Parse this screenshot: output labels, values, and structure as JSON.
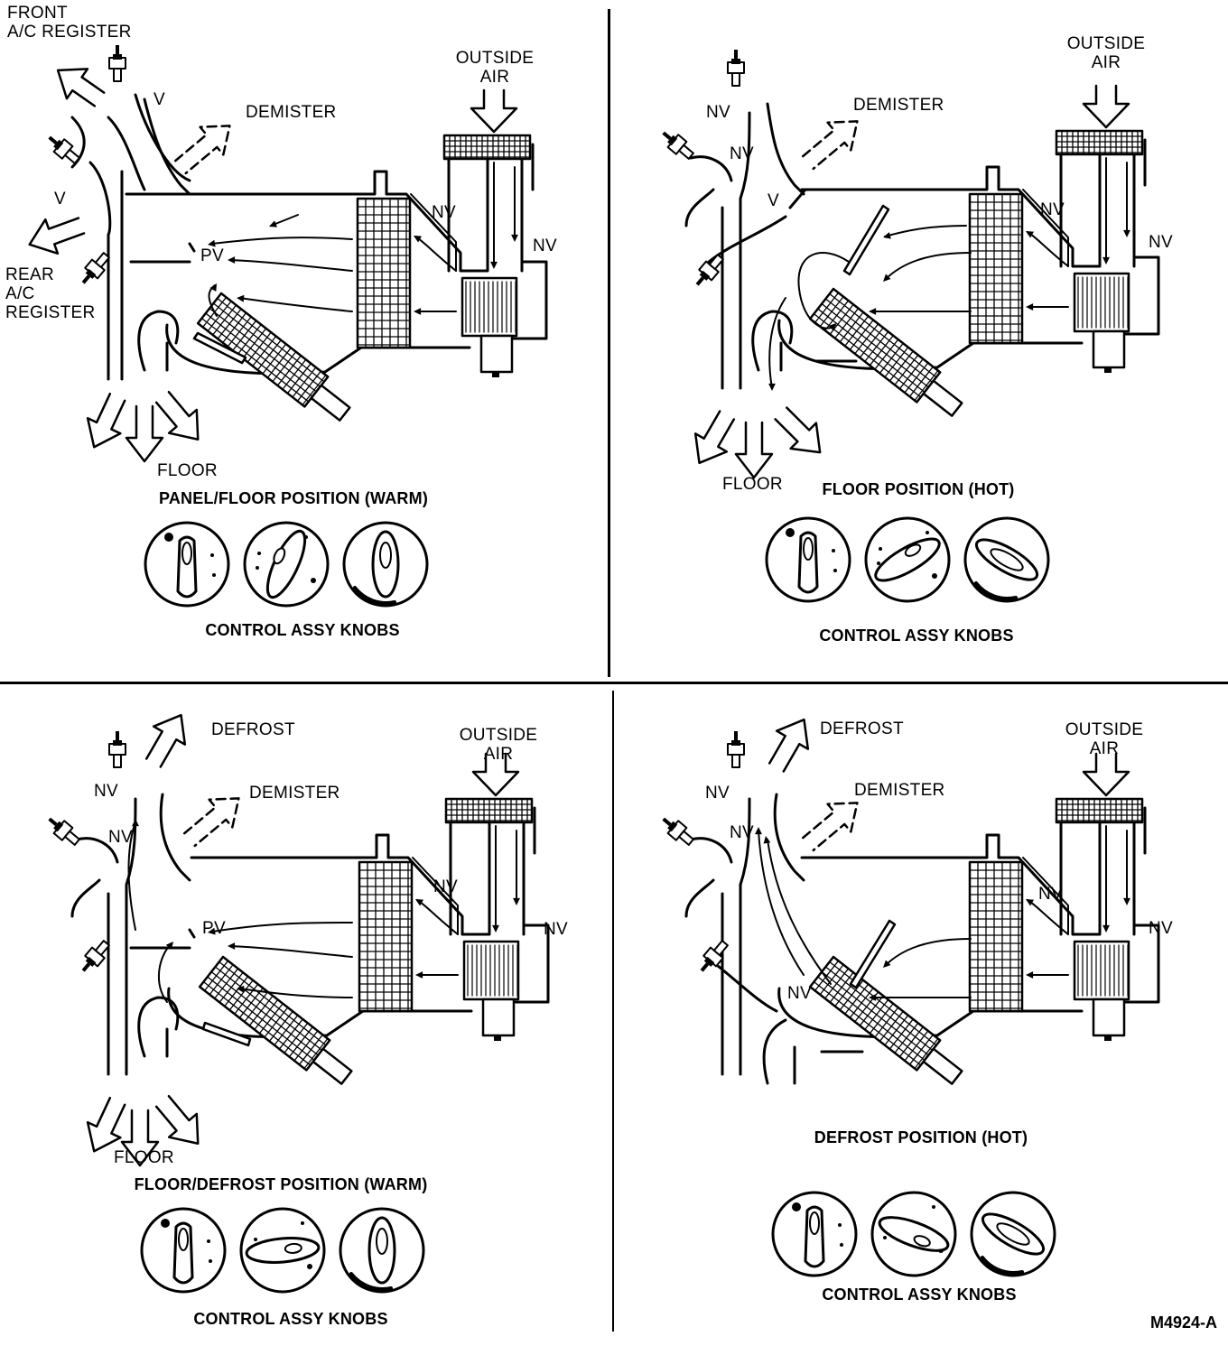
{
  "figure_id": "M4924-A",
  "panels": [
    {
      "caption": "PANEL/FLOOR POSITION (WARM)",
      "knobs_caption": "CONTROL ASSY KNOBS",
      "labels": {
        "front_register": "FRONT\nA/C REGISTER",
        "rear_register": "REAR\nA/C\nREGISTER",
        "outside_air": "OUTSIDE\nAIR",
        "demister": "DEMISTER",
        "floor": "FLOOR",
        "v_upper": "V",
        "v_lower": "V",
        "pv": "PV",
        "nv_box": "NV",
        "nv_side": "NV"
      }
    },
    {
      "caption": "FLOOR POSITION (HOT)",
      "knobs_caption": "CONTROL ASSY KNOBS",
      "labels": {
        "outside_air": "OUTSIDE\nAIR",
        "demister": "DEMISTER",
        "floor": "FLOOR",
        "nv_top": "NV",
        "nv_mid": "NV",
        "v_lower": "V",
        "nv_box": "NV",
        "nv_side": "NV"
      }
    },
    {
      "caption": "FLOOR/DEFROST POSITION (WARM)",
      "knobs_caption": "CONTROL ASSY KNOBS",
      "labels": {
        "defrost": "DEFROST",
        "outside_air": "OUTSIDE\nAIR",
        "demister": "DEMISTER",
        "floor": "FLOOR",
        "nv_top": "NV",
        "nv_mid": "NV",
        "pv": "PV",
        "nv_box": "NV",
        "nv_side": "NV"
      }
    },
    {
      "caption": "DEFROST POSITION (HOT)",
      "knobs_caption": "CONTROL ASSY KNOBS",
      "labels": {
        "defrost": "DEFROST",
        "outside_air": "OUTSIDE\nAIR",
        "demister": "DEMISTER",
        "nv_top": "NV",
        "nv_mid": "NV",
        "nv_floor": "NV",
        "nv_box": "NV",
        "nv_side": "NV"
      }
    }
  ]
}
